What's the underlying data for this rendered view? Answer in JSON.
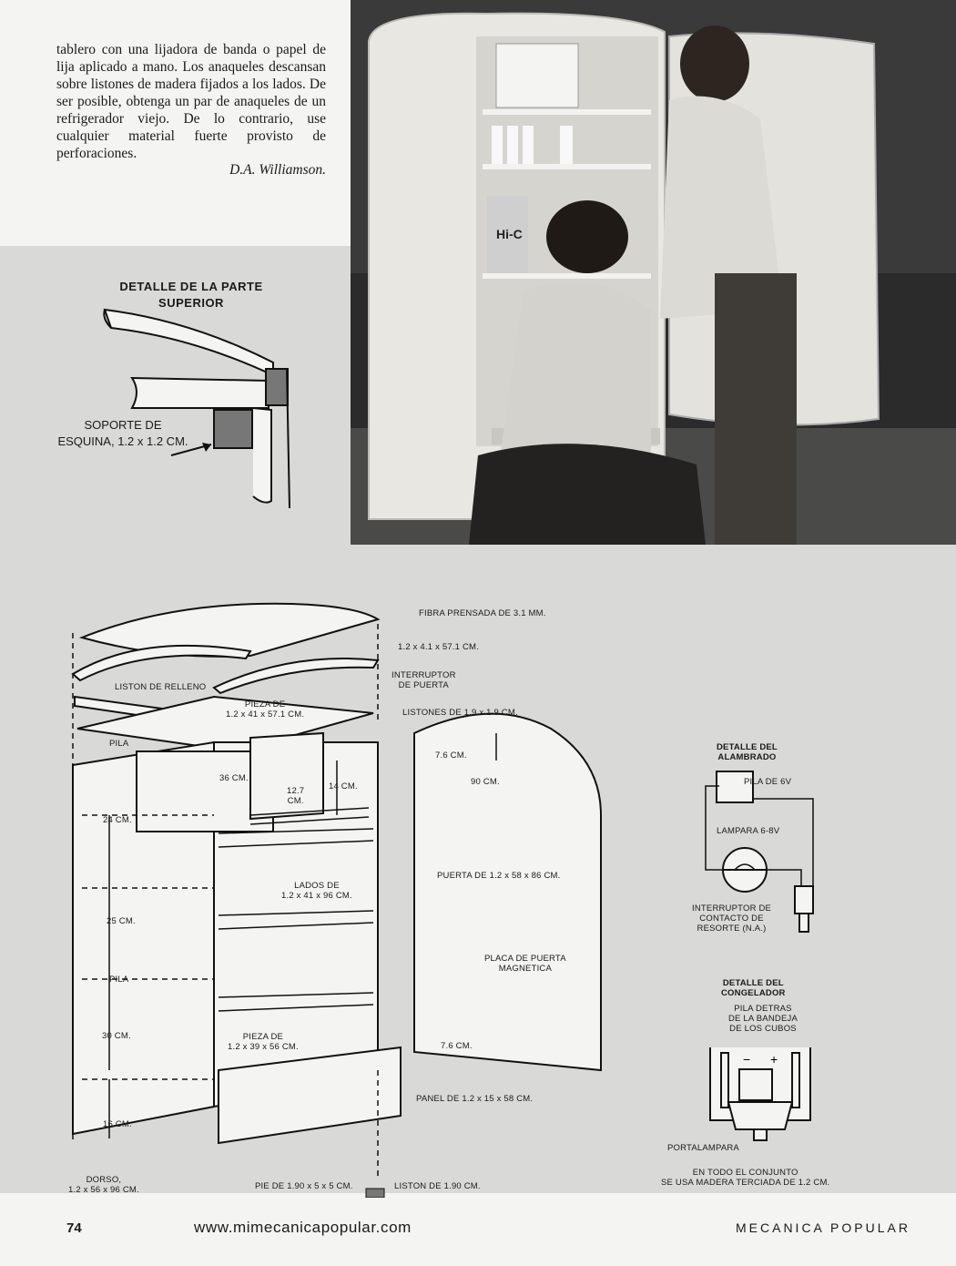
{
  "article": {
    "text": "tablero con una lijadora de banda o papel de lija aplicado a mano. Los anaqueles descansan sobre listones de madera fijados a los lados. De ser posible, obtenga un par de anaqueles de un refrigerador viejo. De lo contrario, use cualquier material fuerte provisto de perforaciones.",
    "author": "D.A. Williamson."
  },
  "photo": {
    "can_label": "Hi-C"
  },
  "top_detail": {
    "title_line1": "DETALLE DE LA PARTE",
    "title_line2": "SUPERIOR",
    "support_line1": "SOPORTE DE",
    "support_line2": "ESQUINA, 1.2 x 1.2 CM."
  },
  "diagram_labels": {
    "fibra": "FIBRA PRENSADA DE 3.1 MM.",
    "strip": "1.2 x 4.1 x 57.1 CM.",
    "interruptor1": "INTERRUPTOR",
    "interruptor2": "DE PUERTA",
    "liston_relleno": "LISTON DE RELLENO",
    "pieza_top1": "PIEZA DE",
    "pieza_top2": "1.2 x 41 x 57.1 CM.",
    "listones": "LISTONES DE 1.9 x 1.9 CM.",
    "pila": "PILA",
    "d76_top": "7.6 CM.",
    "d90": "90 CM.",
    "d36": "36 CM.",
    "d127a": "12.7",
    "d127b": "CM.",
    "d14": "14 CM.",
    "d24": "24 CM.",
    "lados1": "LADOS DE",
    "lados2": "1.2 x 41 x 96 CM.",
    "puerta": "PUERTA DE 1.2 x 58 x 86 CM.",
    "d25": "25 CM.",
    "placa1": "PLACA DE PUERTA",
    "placa2": "MAGNETICA",
    "pila2": "PILA",
    "d30": "30 CM.",
    "pieza_bot1": "PIEZA DE",
    "pieza_bot2": "1.2 x 39 x 56 CM.",
    "d76_bot": "7.6 CM.",
    "panel": "PANEL DE 1.2 x 15 x 58 CM.",
    "d16": "16 CM.",
    "dorso1": "DORSO,",
    "dorso2": "1.2 x 56 x 96 CM.",
    "pie": "PIE DE 1.90 x 5 x 5 CM.",
    "liston190": "LISTON DE 1.90 CM."
  },
  "wiring": {
    "title1": "DETALLE DEL",
    "title2": "ALAMBRADO",
    "pila": "PILA DE 6V",
    "lampara": "LAMPARA 6-8V",
    "switch1": "INTERRUPTOR DE",
    "switch2": "CONTACTO DE",
    "switch3": "RESORTE (N.A.)"
  },
  "freezer": {
    "title1": "DETALLE DEL",
    "title2": "CONGELADOR",
    "pila1": "PILA DETRAS",
    "pila2": "DE LA BANDEJA",
    "pila3": "DE LOS CUBOS",
    "portalampara": "PORTALAMPARA",
    "note1": "EN TODO EL CONJUNTO",
    "note2": "SE USA MADERA TERCIADA DE 1.2 CM."
  },
  "footer": {
    "page_number": "74",
    "url": "www.mimecanicapopular.com",
    "magazine": "MECANICA POPULAR"
  }
}
